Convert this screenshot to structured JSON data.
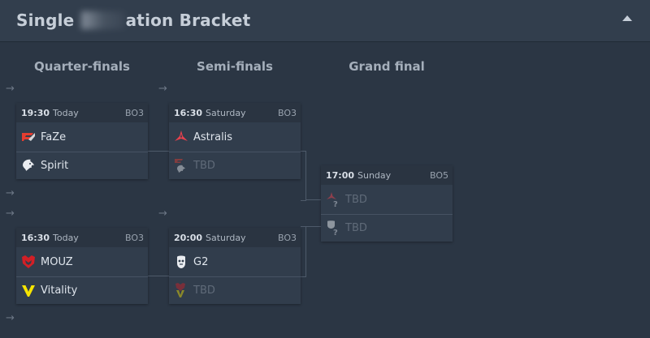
{
  "header": {
    "title_start": "Single",
    "title_end": "ation Bracket",
    "collapse_icon": "chevron-up-icon"
  },
  "rounds": [
    {
      "label": "Quarter-finals"
    },
    {
      "label": "Semi-finals"
    },
    {
      "label": "Grand final"
    }
  ],
  "arrow_glyph": "→",
  "matches": [
    {
      "time": "19:30",
      "day": "Today",
      "format": "BO3",
      "team1": {
        "name": "FaZe",
        "logo": "faze-logo"
      },
      "team2": {
        "name": "Spirit",
        "logo": "spirit-logo"
      }
    },
    {
      "time": "16:30",
      "day": "Today",
      "format": "BO3",
      "team1": {
        "name": "MOUZ",
        "logo": "mouz-logo"
      },
      "team2": {
        "name": "Vitality",
        "logo": "vitality-logo"
      }
    },
    {
      "time": "16:30",
      "day": "Saturday",
      "format": "BO3",
      "team1": {
        "name": "Astralis",
        "logo": "astralis-logo"
      },
      "team2": {
        "name": "TBD",
        "logo": "faze-spirit-placeholder-logo"
      }
    },
    {
      "time": "20:00",
      "day": "Saturday",
      "format": "BO3",
      "team1": {
        "name": "G2",
        "logo": "g2-logo"
      },
      "team2": {
        "name": "TBD",
        "logo": "mouz-vitality-placeholder-logo"
      }
    },
    {
      "time": "17:00",
      "day": "Sunday",
      "format": "BO5",
      "team1": {
        "name": "TBD",
        "logo": "astralis-unknown-placeholder-logo"
      },
      "team2": {
        "name": "TBD",
        "logo": "g2-unknown-placeholder-logo"
      }
    }
  ],
  "colors": {
    "background": "#2b3644",
    "header": "#323e4d",
    "card": "#313d4c",
    "card_header": "#2a3441",
    "faze": "#e43d30",
    "mouz": "#d21f26",
    "vitality": "#f6e400",
    "astralis": "#e8414d"
  }
}
